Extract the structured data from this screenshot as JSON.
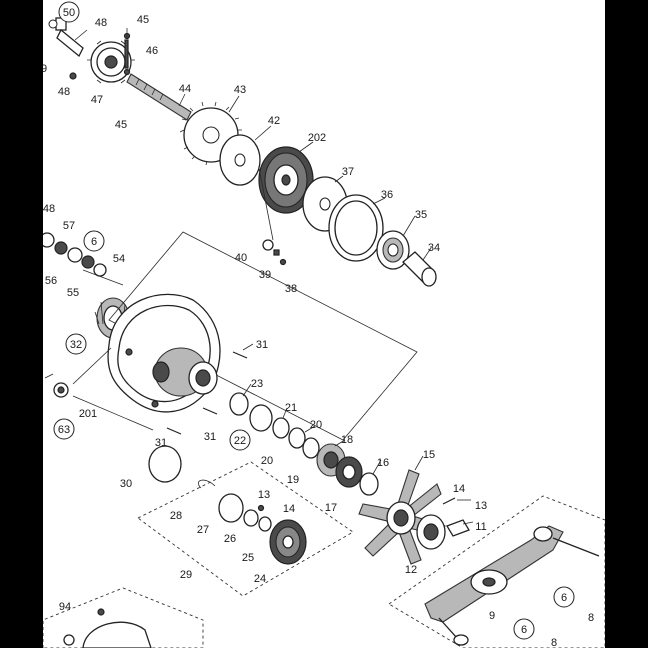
{
  "diagram": {
    "labels": [
      {
        "id": "50",
        "circled": true
      },
      {
        "id": "48"
      },
      {
        "id": "45"
      },
      {
        "id": "46"
      },
      {
        "id": "9"
      },
      {
        "id": "48"
      },
      {
        "id": "47"
      },
      {
        "id": "45"
      },
      {
        "id": "44"
      },
      {
        "id": "43"
      },
      {
        "id": "42"
      },
      {
        "id": "202"
      },
      {
        "id": "37"
      },
      {
        "id": "36"
      },
      {
        "id": "35"
      },
      {
        "id": "34"
      },
      {
        "id": "40"
      },
      {
        "id": "39"
      },
      {
        "id": "38"
      },
      {
        "id": "48"
      },
      {
        "id": "57"
      },
      {
        "id": "6",
        "circled": true
      },
      {
        "id": "54"
      },
      {
        "id": "56"
      },
      {
        "id": "55"
      },
      {
        "id": "32",
        "circled": true
      },
      {
        "id": "31"
      },
      {
        "id": "23"
      },
      {
        "id": "201"
      },
      {
        "id": "63",
        "circled": true
      },
      {
        "id": "31"
      },
      {
        "id": "22",
        "circled": true
      },
      {
        "id": "21"
      },
      {
        "id": "20"
      },
      {
        "id": "20"
      },
      {
        "id": "31"
      },
      {
        "id": "18"
      },
      {
        "id": "19"
      },
      {
        "id": "15"
      },
      {
        "id": "16"
      },
      {
        "id": "30"
      },
      {
        "id": "17"
      },
      {
        "id": "14"
      },
      {
        "id": "13"
      },
      {
        "id": "13"
      },
      {
        "id": "14"
      },
      {
        "id": "28"
      },
      {
        "id": "11"
      },
      {
        "id": "27"
      },
      {
        "id": "26"
      },
      {
        "id": "25"
      },
      {
        "id": "24"
      },
      {
        "id": "12"
      },
      {
        "id": "29"
      },
      {
        "id": "6",
        "circled": true
      },
      {
        "id": "8"
      },
      {
        "id": "9"
      },
      {
        "id": "94"
      },
      {
        "id": "6",
        "circled": true
      },
      {
        "id": "8"
      }
    ]
  }
}
